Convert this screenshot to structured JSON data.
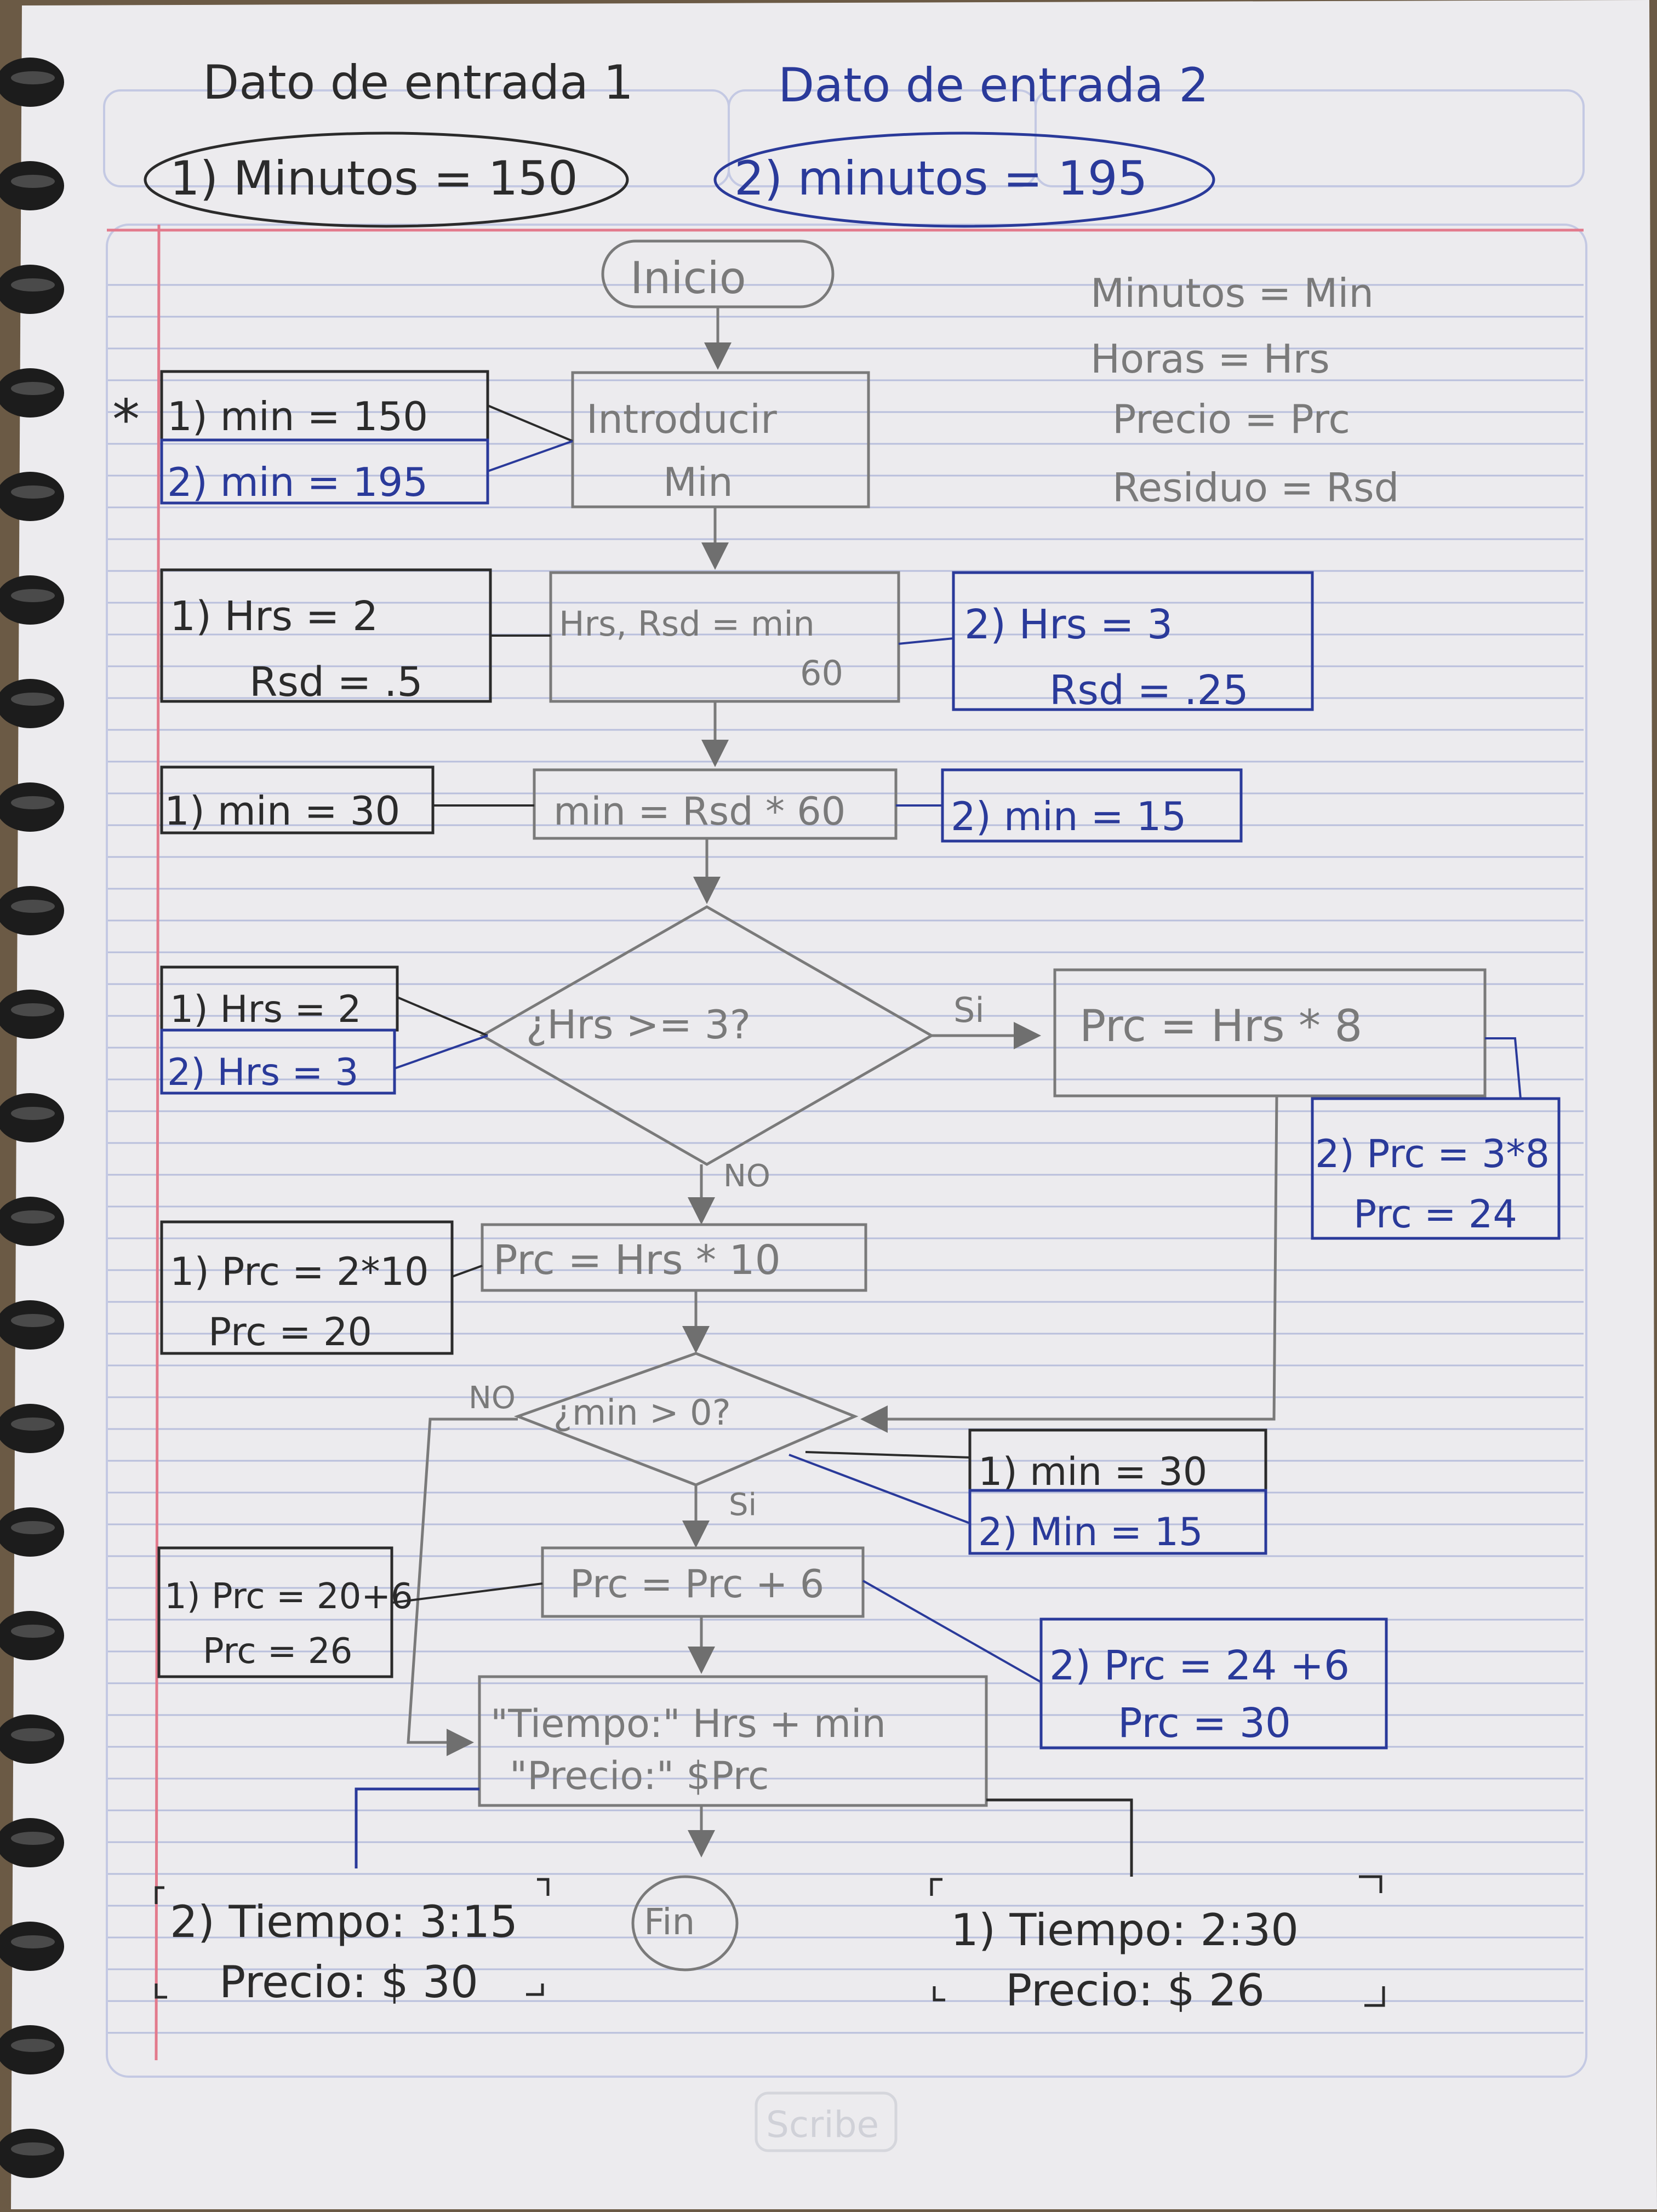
{
  "header": {
    "input1_title": "Dato de entrada 1",
    "input2_title": "Dato de entrada 2",
    "input1_value": "1) Minutos = 150",
    "input2_value": "2) minutos = 195"
  },
  "legend": {
    "l1": "Minutos = Min",
    "l2": "Horas = Hrs",
    "l3": "Precio = Prc",
    "l4": "Residuo = Rsd"
  },
  "flow": {
    "start": "Inicio",
    "input_l1": "Introducir",
    "input_l2": "Min",
    "div_l1": "Hrs, Rsd = min",
    "div_l2": "60",
    "mult": "min = Rsd * 60",
    "decision1": "¿Hrs >= 3?",
    "yes1": "Si",
    "no1": "NO",
    "prc8": "Prc = Hrs * 8",
    "prc10": "Prc = Hrs * 10",
    "decision2": "¿min > 0?",
    "no2": "NO",
    "yes2": "Si",
    "add6": "Prc = Prc + 6",
    "out_l1": "\"Tiempo:\" Hrs + min",
    "out_l2": "\"Precio:\" $Prc",
    "end": "Fin"
  },
  "traces": {
    "star": "*",
    "t_min1": "1) min = 150",
    "t_min2": "2) min = 195",
    "t_hrs1_l1": "1) Hrs = 2",
    "t_hrs1_l2": "Rsd = .5",
    "t_hrs2_l1": "2) Hrs = 3",
    "t_hrs2_l2": "Rsd = .25",
    "t_mult1": "1) min = 30",
    "t_mult2": "2) min = 15",
    "t_dec1a": "1) Hrs = 2",
    "t_dec1b": "2) Hrs = 3",
    "t_prc8_l1": "2) Prc = 3*8",
    "t_prc8_l2": "Prc = 24",
    "t_prc10_l1": "1) Prc = 2*10",
    "t_prc10_l2": "Prc = 20",
    "t_dec2a": "1) min = 30",
    "t_dec2b": "2) Min = 15",
    "t_add1_l1": "1) Prc = 20+6",
    "t_add1_l2": "Prc = 26",
    "t_add2_l1": "2) Prc = 24 +6",
    "t_add2_l2": "Prc = 30",
    "r2_l1": "2) Tiempo: 3:15",
    "r2_l2": "Precio: $ 30",
    "r1_l1": "1) Tiempo: 2:30",
    "r1_l2": "Precio: $ 26"
  },
  "watermark": "Scribe",
  "colors": {
    "ink_black": "#2b2b2b",
    "ink_blue": "#2a3a9a",
    "pencil": "#7a7a7a",
    "paper": "#ecebee",
    "rule_line": "#b9bfdc",
    "margin_red": "#e27a8c"
  }
}
